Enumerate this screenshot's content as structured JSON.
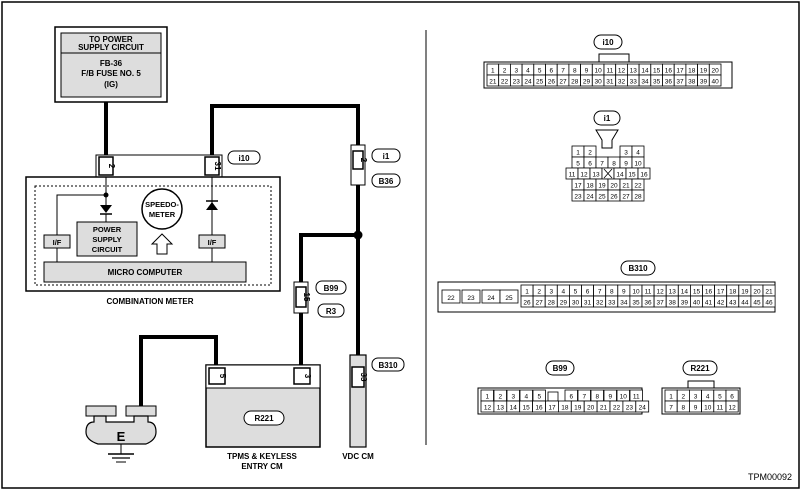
{
  "power": {
    "line1": "TO POWER",
    "line2": "SUPPLY CIRCUIT",
    "line3": "FB-36",
    "line4": "F/B FUSE NO. 5",
    "line5": "(IG)"
  },
  "left_diagram": {
    "conn_i10": "i10",
    "pin_2": "2",
    "pin_31": "31",
    "speedometer_l1": "SPEEDO-",
    "speedometer_l2": "METER",
    "ps_l1": "POWER",
    "ps_l2": "SUPPLY",
    "ps_l3": "CIRCUIT",
    "if_left": "I/F",
    "if_right": "I/F",
    "micro": "MICRO COMPUTER",
    "comb_label": "COMBINATION METER",
    "conn_i1": "i1",
    "pin_i1_2": "2",
    "conn_b36": "B36",
    "conn_b99": "B99",
    "pin_15": "15",
    "conn_r3": "R3",
    "pin_5": "5",
    "pin_3": "3",
    "r221": "R221",
    "tpms_l1": "TPMS & KEYLESS",
    "tpms_l2": "ENTRY CM",
    "ground": "E",
    "conn_b310": "B310",
    "pin_33": "33",
    "vdc": "VDC CM"
  },
  "connectors": {
    "i10": {
      "label": "i10",
      "row1": [
        "1",
        "2",
        "3",
        "4",
        "5",
        "6",
        "7",
        "8",
        "9",
        "10",
        "11",
        "12",
        "13",
        "14",
        "15",
        "16",
        "17",
        "18",
        "19",
        "20"
      ],
      "row2": [
        "21",
        "22",
        "23",
        "24",
        "25",
        "26",
        "27",
        "28",
        "29",
        "30",
        "31",
        "32",
        "33",
        "34",
        "35",
        "36",
        "37",
        "38",
        "39",
        "40"
      ]
    },
    "i1": {
      "label": "i1",
      "rows": [
        [
          "1",
          "2",
          "",
          "",
          "3",
          "4"
        ],
        [
          "5",
          "6",
          "7",
          "8",
          "9",
          "10"
        ],
        [
          "11",
          "12",
          "13",
          "",
          "14",
          "15",
          "16"
        ],
        [
          "17",
          "18",
          "19",
          "20",
          "21",
          "22"
        ],
        [
          "23",
          "24",
          "25",
          "26",
          "27",
          "28"
        ]
      ]
    },
    "b310": {
      "label": "B310",
      "left": [
        "22",
        "23",
        "24",
        "25"
      ],
      "row1": [
        "1",
        "2",
        "3",
        "4",
        "5",
        "6",
        "7",
        "8",
        "9",
        "10",
        "11",
        "12",
        "13",
        "14",
        "15",
        "16",
        "17",
        "18",
        "19",
        "20",
        "21"
      ],
      "row2": [
        "26",
        "27",
        "28",
        "29",
        "30",
        "31",
        "32",
        "33",
        "34",
        "35",
        "36",
        "37",
        "38",
        "39",
        "40",
        "41",
        "42",
        "43",
        "44",
        "45",
        "46"
      ]
    },
    "b99": {
      "label": "B99",
      "row1": [
        "1",
        "2",
        "3",
        "4",
        "5",
        "6",
        "7",
        "8",
        "9",
        "10",
        "11"
      ],
      "row2": [
        "12",
        "13",
        "14",
        "15",
        "16",
        "17",
        "18",
        "19",
        "20",
        "21",
        "22",
        "23",
        "24"
      ]
    },
    "r221": {
      "label": "R221",
      "row1": [
        "1",
        "2",
        "3",
        "4",
        "5",
        "6"
      ],
      "row2": [
        "7",
        "8",
        "9",
        "10",
        "11",
        "12"
      ]
    }
  },
  "code": "TPM00092"
}
